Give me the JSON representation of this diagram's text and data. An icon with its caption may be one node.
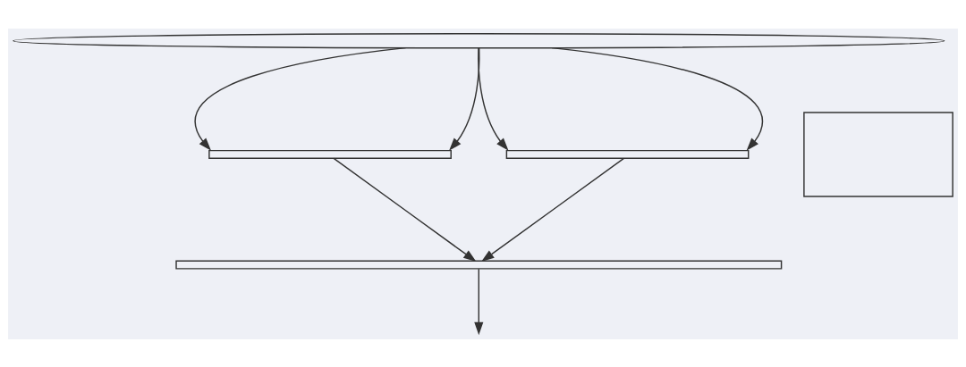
{
  "diagram": {
    "nodes": [
      {
        "text": [],
        "shape": "ellipse"
      },
      {
        "text": [],
        "shape": "trapezoid"
      },
      {
        "text": [],
        "shape": "bar"
      },
      {
        "text": [],
        "shape": "bar"
      },
      {
        "text": [],
        "shape": "bar"
      }
    ],
    "edges": [
      {
        "from": 0,
        "to": 2,
        "arrow": "to"
      },
      {
        "from": 0,
        "to": 2,
        "arrow": "to"
      },
      {
        "from": 0,
        "to": 3,
        "arrow": "to"
      },
      {
        "from": 0,
        "to": 3,
        "arrow": "to"
      },
      {
        "from": 2,
        "to": 4,
        "arrow": "to"
      },
      {
        "from": 3,
        "to": 4,
        "arrow": "to"
      },
      {
        "from": 4,
        "to": null,
        "arrow": "to"
      }
    ]
  }
}
